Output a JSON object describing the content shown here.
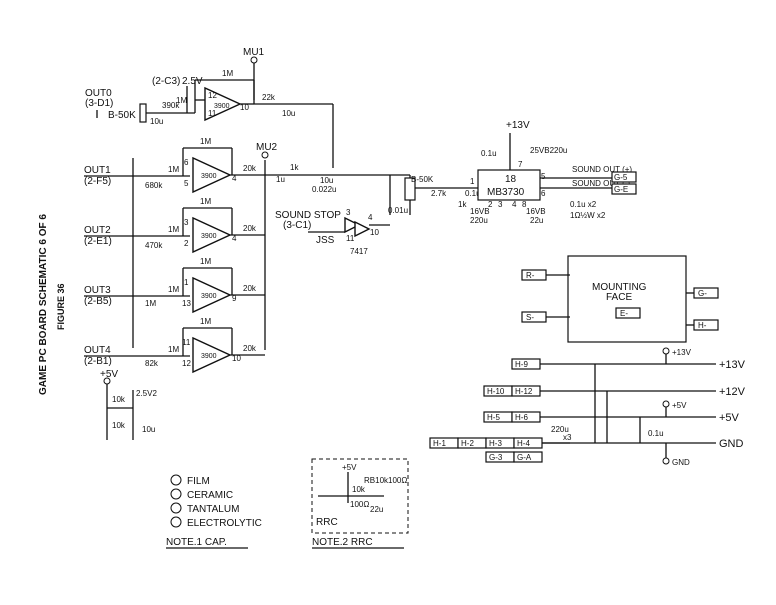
{
  "title": {
    "main": "GAME PC BOARD SCHEMATIC 6 OF 6",
    "figure": "FIGURE 36"
  },
  "test_points": {
    "mu1": "MU1",
    "mu2": "MU2"
  },
  "top_section": {
    "out0": "OUT0",
    "out0_ref": "(3-D1)",
    "ref_2c3": "(2-C3)",
    "v25": "2.5V",
    "pot": "B-50K",
    "r390k": "390k",
    "c10u_a": "10u",
    "r1m_a": "1M",
    "r1m_b": "1M",
    "pin12": "12",
    "pin10": "10",
    "pin11": "11",
    "pin3900": "3900",
    "r22k": "22k",
    "c10u_b": "10u"
  },
  "channels": [
    {
      "out": "OUT1",
      "ref": "(2-F5)",
      "rin": "680k",
      "rbias": "1M",
      "pin_a": "6",
      "pin_b": "5",
      "pin_out": "4",
      "rfb": "1M",
      "rout": "20k",
      "ic": "3900"
    },
    {
      "out": "OUT2",
      "ref": "(2-E1)",
      "rin": "470k",
      "rbias": "1M",
      "pin_a": "3",
      "pin_b": "2",
      "pin_out": "4",
      "rfb": "1M",
      "rout": "20k",
      "ic": "3900"
    },
    {
      "out": "OUT3",
      "ref": "(2-B5)",
      "rin": "1M",
      "rbias": "1M",
      "pin_a": "1",
      "pin_b": "13",
      "pin_out": "9",
      "rfb": "1M",
      "rout": "20k",
      "ic": "3900"
    },
    {
      "out": "OUT4",
      "ref": "(2-B1)",
      "rin": "82k",
      "rbias": "1M",
      "pin_a": "11",
      "pin_b": "12",
      "pin_out": "10",
      "rfb": "1M",
      "rout": "20k",
      "ic": "3900"
    }
  ],
  "supply_left": {
    "v5": "+5V",
    "r10k_a": "10k",
    "r10k_b": "10k",
    "v25": "2.5V2",
    "c10u": "10u"
  },
  "mixer": {
    "r1k": "1k",
    "c1u": "1u",
    "c10u": "10u",
    "c0022": "0.022u",
    "c001": "0.01u",
    "pot": "B-50K",
    "r27k": "2.7k",
    "r1k_b": "1k",
    "c01u": "0.1u"
  },
  "sound_stop": {
    "label": "SOUND STOP",
    "ref": "(3-C1)",
    "jss": "JSS",
    "ic": "7417",
    "pin3": "3",
    "pin4": "4",
    "pin11": "11",
    "pin10": "10"
  },
  "power_amp": {
    "ic": "MB3730",
    "pin": "18",
    "v13": "+13V",
    "c01u": "0.1u",
    "c25v": "25VB220u",
    "c16vb_a": "16VB",
    "c220u_a": "220u",
    "c16vb_b": "16VB",
    "c22u": "22u",
    "pin1": "1",
    "pin2": "2",
    "pin3": "3",
    "pin4": "4",
    "pin5": "5",
    "pin6": "6",
    "pin7": "7",
    "pin8": "8",
    "c01x2": "0.1u x2",
    "r1x2": "1Ω½W x2",
    "sound_out_plus": "SOUND OUT (+)",
    "sound_out_minus": "SOUND OUT (-)",
    "conn_g5": "G-5",
    "conn_ge": "G-E"
  },
  "mounting": {
    "label_line1": "MOUNTING",
    "label_line2": "FACE",
    "r_minus": "R-",
    "s_minus": "S-",
    "e_minus": "E-",
    "g_minus": "G-",
    "h_minus": "H-"
  },
  "power_rails": {
    "v13_tp": "+13V",
    "v13": "+13V",
    "v12": "+12V",
    "v5_tp": "+5V",
    "v5": "+5V",
    "gnd": "GND",
    "gnd_tp": "GND",
    "h9": "H-9",
    "h10": "H-10",
    "h12": "H-12",
    "h5": "H-5",
    "h6": "H-6",
    "h1": "H-1",
    "h2": "H-2",
    "h3": "H-3",
    "h4": "H-4",
    "g3": "G-3",
    "ga": "G-A",
    "c220u": "220u",
    "cx3": "x3",
    "c01u": "0.1u"
  },
  "note1": {
    "film": "FILM",
    "ceramic": "CERAMIC",
    "tantalum": "TANTALUM",
    "electrolytic": "ELECTROLYTIC",
    "title": "NOTE.1  CAP."
  },
  "note2": {
    "v5": "+5V",
    "part": "RB10k100Ω",
    "r10k": "10k",
    "r100": "100Ω",
    "c22": "22u",
    "rrc": "RRC",
    "title": "NOTE.2  RRC"
  }
}
